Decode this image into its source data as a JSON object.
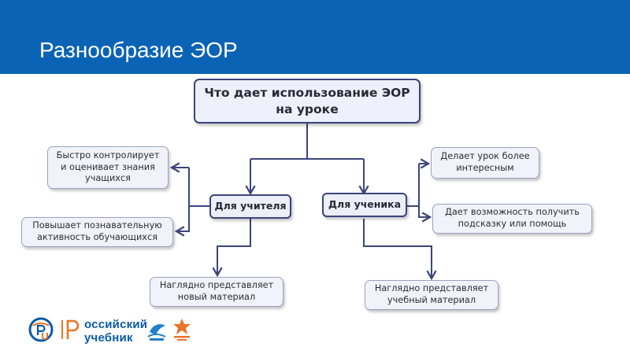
{
  "slide": {
    "title": "Разнообразие ЭОР"
  },
  "diagram": {
    "root": "Что дает использование ЭОР\nна уроке",
    "teacher": {
      "label": "Для учителя",
      "items": [
        "Быстро контролирует\nи оценивает знания\nучащихся",
        "Повышает познавательную\nактивность обучающихся",
        "Наглядно представляет\nновый материал"
      ]
    },
    "student": {
      "label": "Для ученика",
      "items": [
        "Делает урок более\nинтересным",
        "Дает возможность получить\nподсказку или помощь",
        "Наглядно представляет\nучебный материал"
      ]
    }
  },
  "footer": {
    "logo_line1": "оссийский",
    "logo_line2": "учебник"
  },
  "colors": {
    "header": "#0b63b5",
    "connector": "#3b447c",
    "node_border": "#9aa1c4",
    "logo_blue": "#0a5aa8",
    "logo_orange": "#e8752a"
  }
}
